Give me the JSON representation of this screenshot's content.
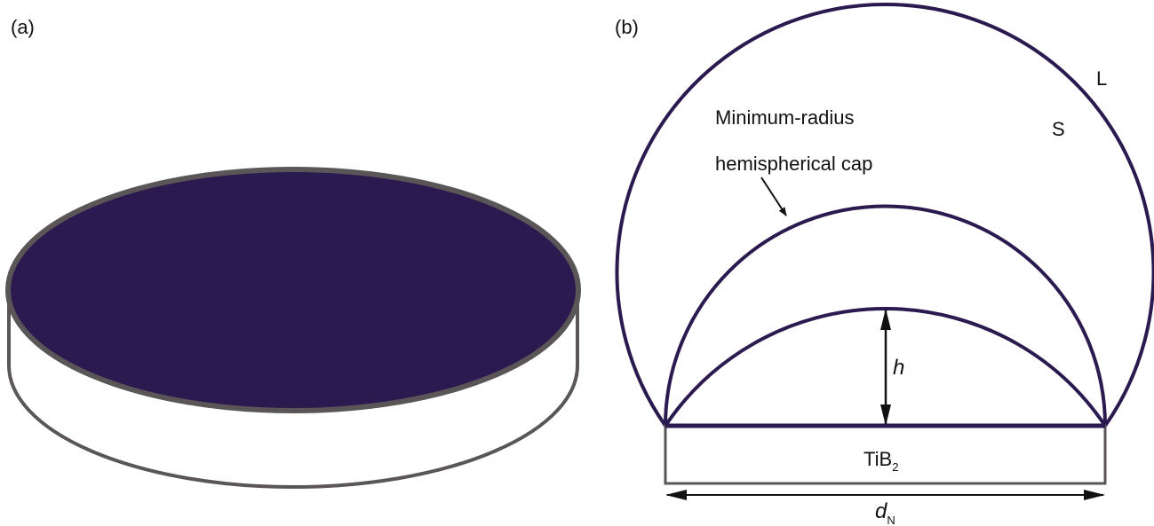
{
  "panel_a": {
    "label": "(a)"
  },
  "panel_b": {
    "label": "(b)",
    "liquid_label": "L",
    "solid_label": "S",
    "cap_label_line1": "Minimum-radius",
    "cap_label_line2": "hemispherical cap",
    "height_label": "h",
    "substrate_label": "TiB",
    "substrate_subscript": "2",
    "diameter_label": "d",
    "diameter_subscript": "N"
  },
  "colors": {
    "nucleus": "#2a1a50",
    "outline": "#5a5658",
    "arc": "#2a1a50"
  }
}
